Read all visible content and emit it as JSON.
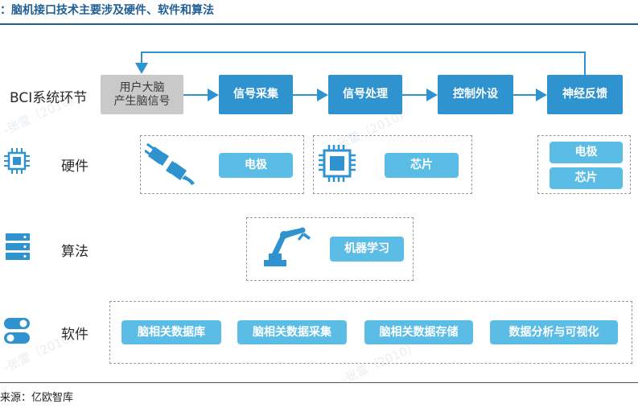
{
  "header": {
    "title": "：脑机接口技术主要涉及硬件、软件和算法",
    "source": "来源：亿欧智库"
  },
  "watermark": "-张雷（2010）",
  "rows": {
    "bci": {
      "label": "BCI系统环节"
    },
    "hardware": {
      "label": "硬件"
    },
    "algorithm": {
      "label": "算法"
    },
    "software": {
      "label": "软件"
    }
  },
  "bci_chain": {
    "start": "用户大脑\n产生脑信号",
    "steps": [
      "信号采集",
      "信号处理",
      "控制外设",
      "神经反馈"
    ]
  },
  "hardware_items": {
    "electrode": "电极",
    "chip": "芯片",
    "feedback_electrode": "电极",
    "feedback_chip": "芯片"
  },
  "algorithm_items": {
    "ml": "机器学习"
  },
  "software_items": [
    "脑相关数据库",
    "脑相关数据采集",
    "脑相关数据存储",
    "数据分析与可视化"
  ],
  "colors": {
    "primary": "#2e93cf",
    "light": "#5bbde6",
    "grey": "#c9c9c9",
    "title": "#1f5f95"
  },
  "icons": {
    "hardware": "cpu-chip-icon",
    "algorithm": "server-stack-icon",
    "software": "toggle-switch-icon",
    "electrode": "plug-icon",
    "chip": "chip-icon",
    "ml": "robot-arm-icon"
  }
}
